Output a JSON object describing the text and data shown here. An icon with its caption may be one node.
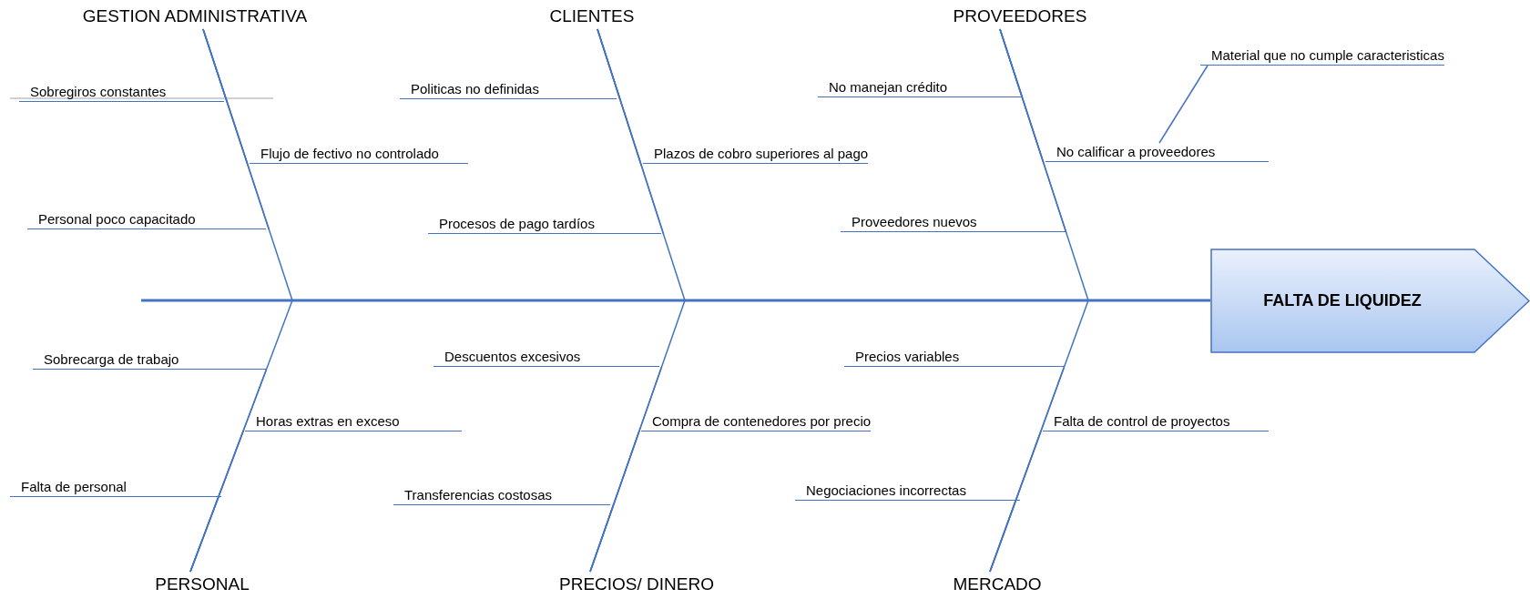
{
  "diagram": {
    "nodes": [
      {
        "text": [
          "GESTION ADMINISTRATIVA"
        ]
      },
      {
        "text": [
          "CLIENTES"
        ]
      },
      {
        "text": [
          "PROVEEDORES"
        ]
      },
      {
        "text": [
          "Sobregiros constantes"
        ]
      },
      {
        "text": [
          "Politicas no definidas"
        ]
      },
      {
        "text": [
          "No manejan crédito"
        ]
      },
      {
        "text": [
          "Material que no cumple caracteristicas"
        ]
      },
      {
        "text": [
          "Flujo de fectivo no controlado"
        ]
      },
      {
        "text": [
          "Plazos de cobro superiores al pago"
        ]
      },
      {
        "text": [
          "No calificar a proveedores"
        ]
      },
      {
        "text": [
          "Personal poco capacitado"
        ]
      },
      {
        "text": [
          "Procesos de pago tardíos"
        ]
      },
      {
        "text": [
          "Proveedores nuevos"
        ]
      },
      {
        "text": [
          "FALTA DE LIQUIDEZ"
        ]
      },
      {
        "text": [
          "Sobrecarga de trabajo"
        ]
      },
      {
        "text": [
          "Descuentos excesivos"
        ]
      },
      {
        "text": [
          "Precios variables"
        ]
      },
      {
        "text": [
          "Horas extras en exceso"
        ]
      },
      {
        "text": [
          "Compra de contenedores por precio"
        ]
      },
      {
        "text": [
          "Falta de control de proyectos"
        ]
      },
      {
        "text": [
          "Falta de personal"
        ]
      },
      {
        "text": [
          "Transferencias costosas"
        ]
      },
      {
        "text": [
          "Negociaciones incorrectas"
        ]
      },
      {
        "text": [
          "PERSONAL"
        ]
      },
      {
        "text": [
          "PRECIOS/ DINERO"
        ]
      },
      {
        "text": [
          "MERCADO"
        ]
      }
    ],
    "edges": [
      {
        "from": 0,
        "to": 13,
        "arrow": "none"
      },
      {
        "from": 1,
        "to": 13,
        "arrow": "none"
      },
      {
        "from": 2,
        "to": 13,
        "arrow": "none"
      },
      {
        "from": 23,
        "to": 13,
        "arrow": "none"
      },
      {
        "from": 24,
        "to": 13,
        "arrow": "none"
      },
      {
        "from": 25,
        "to": 13,
        "arrow": "none"
      },
      {
        "from": 3,
        "to": 0,
        "arrow": "none"
      },
      {
        "from": 7,
        "to": 0,
        "arrow": "none"
      },
      {
        "from": 10,
        "to": 0,
        "arrow": "none"
      },
      {
        "from": 4,
        "to": 1,
        "arrow": "none"
      },
      {
        "from": 8,
        "to": 1,
        "arrow": "none"
      },
      {
        "from": 11,
        "to": 1,
        "arrow": "none"
      },
      {
        "from": 5,
        "to": 2,
        "arrow": "none"
      },
      {
        "from": 9,
        "to": 2,
        "arrow": "none"
      },
      {
        "from": 12,
        "to": 2,
        "arrow": "none"
      },
      {
        "from": 6,
        "to": 9,
        "arrow": "none"
      },
      {
        "from": 14,
        "to": 23,
        "arrow": "none"
      },
      {
        "from": 17,
        "to": 23,
        "arrow": "none"
      },
      {
        "from": 20,
        "to": 23,
        "arrow": "none"
      },
      {
        "from": 15,
        "to": 24,
        "arrow": "none"
      },
      {
        "from": 18,
        "to": 24,
        "arrow": "none"
      },
      {
        "from": 21,
        "to": 24,
        "arrow": "none"
      },
      {
        "from": 16,
        "to": 25,
        "arrow": "none"
      },
      {
        "from": 19,
        "to": 25,
        "arrow": "none"
      },
      {
        "from": 22,
        "to": 25,
        "arrow": "none"
      }
    ]
  }
}
